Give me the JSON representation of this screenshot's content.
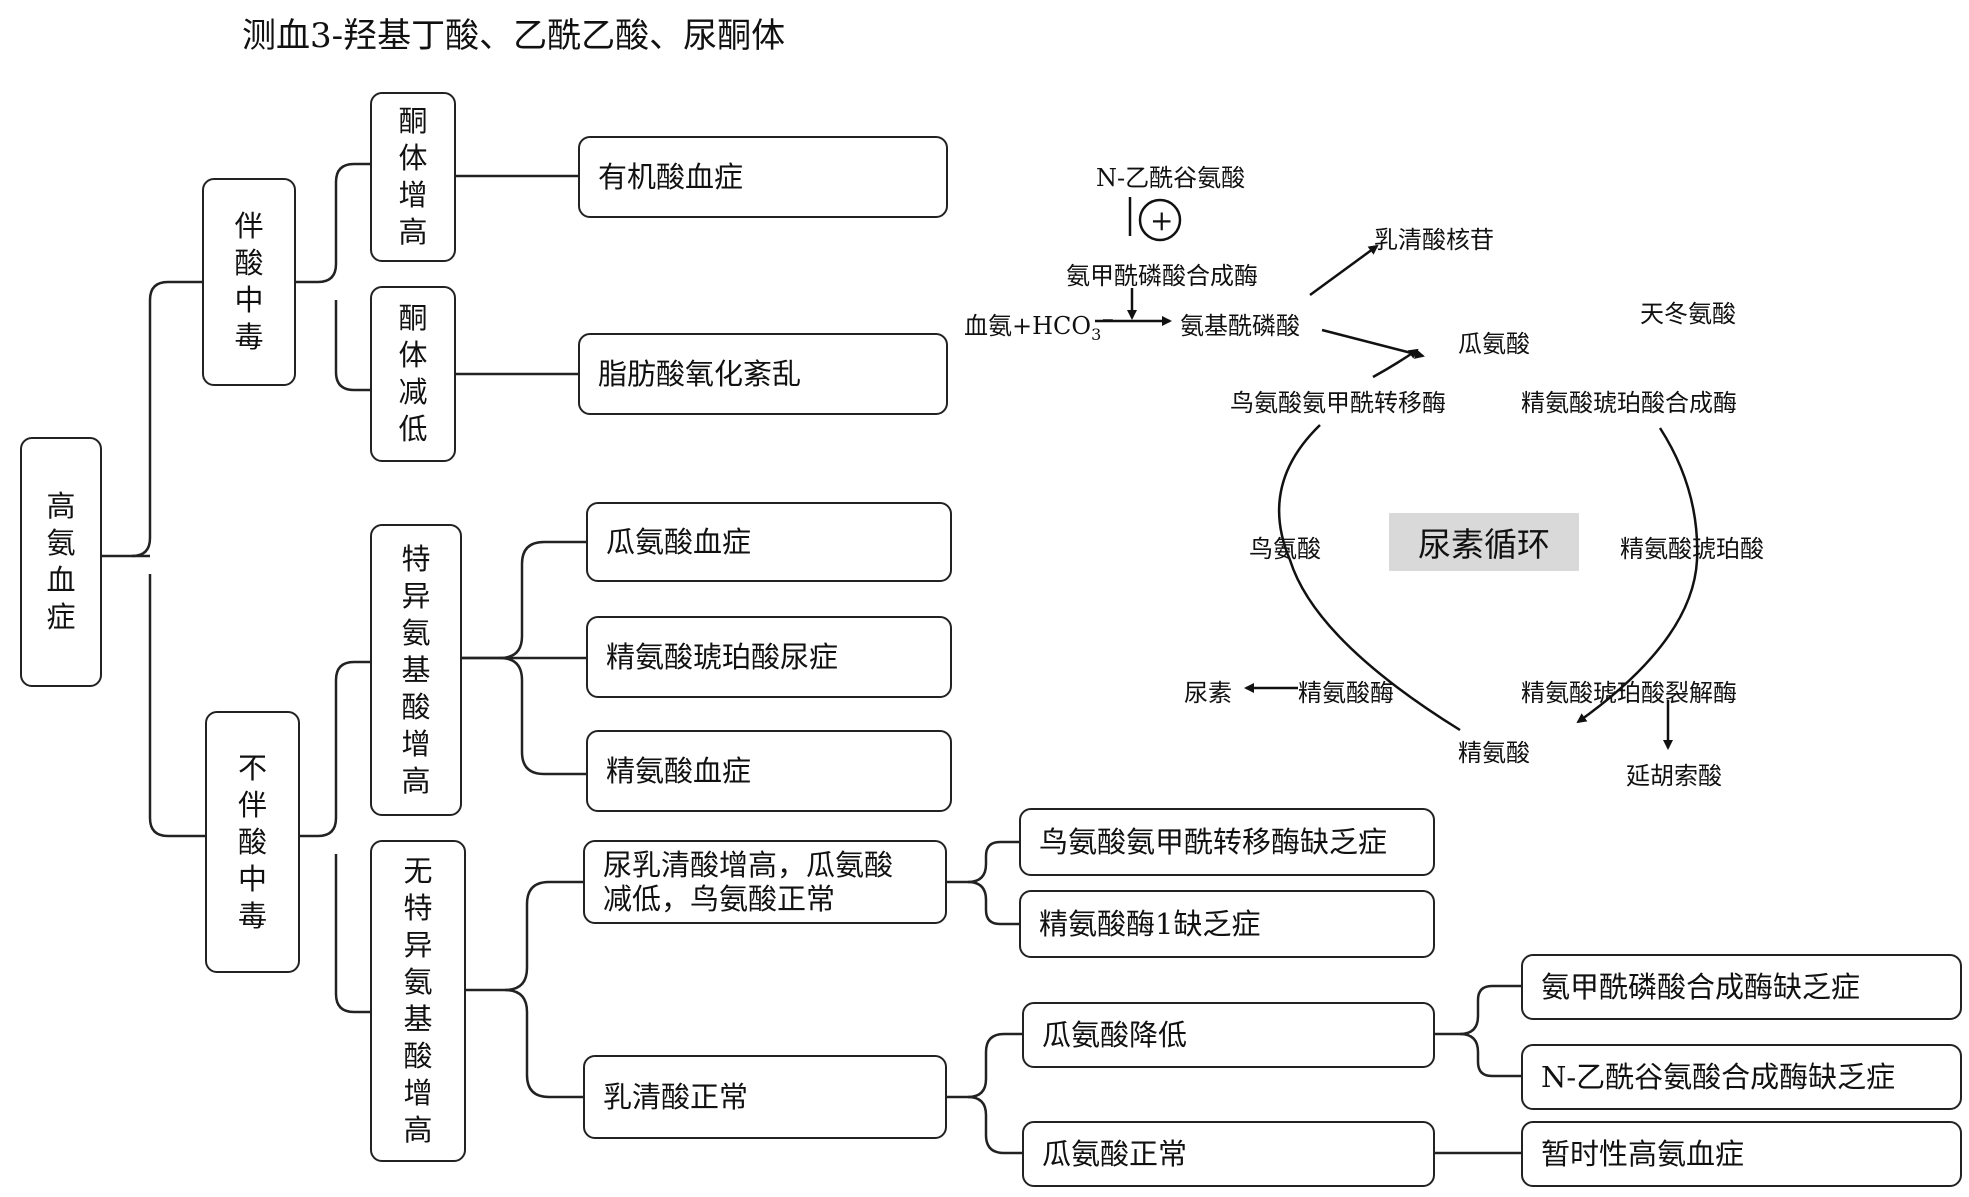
{
  "title": "测血3-羟基丁酸、乙酰乙酸、尿酮体",
  "tree": {
    "root": [
      "高",
      "氨",
      "血",
      "症"
    ],
    "with_acidosis": [
      "伴",
      "酸",
      "中",
      "毒"
    ],
    "without_acidosis": [
      "不",
      "伴",
      "酸",
      "中",
      "毒"
    ],
    "ketone_high": [
      "酮",
      "体",
      "增",
      "高"
    ],
    "ketone_low": [
      "酮",
      "体",
      "减",
      "低"
    ],
    "specific_aa_high": [
      "特",
      "异",
      "氨",
      "基",
      "酸",
      "增",
      "高"
    ],
    "nonspecific_aa_high": [
      "无",
      "特",
      "异",
      "氨",
      "基",
      "酸",
      "增",
      "高"
    ],
    "organic_acidemia": "有机酸血症",
    "fatty_acid_oxidation_disorder": "脂肪酸氧化紊乱",
    "citrullinemia": "瓜氨酸血症",
    "argininosuccinic_aciduria": "精氨酸琥珀酸尿症",
    "argininemia": "精氨酸血症",
    "orotic_high_line1": "尿乳清酸增高，瓜氨酸",
    "orotic_high_line2": "减低，鸟氨酸正常",
    "orotic_normal": "乳清酸正常",
    "otc_deficiency": "鸟氨酸氨甲酰转移酶缺乏症",
    "arginase1_deficiency": "精氨酸酶1缺乏症",
    "citrulline_low": "瓜氨酸降低",
    "citrulline_normal": "瓜氨酸正常",
    "cps_deficiency": "氨甲酰磷酸合成酶缺乏症",
    "nags_deficiency": "N-乙酰谷氨酸合成酶缺乏症",
    "transient_hyperammonemia": "暂时性高氨血症"
  },
  "cycle": {
    "center_label": "尿素循环",
    "n_acetylglutamate": "N-乙酰谷氨酸",
    "plus_sign": "+",
    "cps_enzyme": "氨甲酰磷酸合成酶",
    "orotidine": "乳清酸核苷",
    "ammonia_main": "血氨+HCO",
    "ammonia_sub": "3",
    "ammonia_sup": "−",
    "carbamoyl_phosphate": "氨基酰磷酸",
    "citrulline": "瓜氨酸",
    "aspartate": "天冬氨酸",
    "otc_enzyme": "鸟氨酸氨甲酰转移酶",
    "ass_enzyme": "精氨酸琥珀酸合成酶",
    "ornithine": "鸟氨酸",
    "argininosuccinate": "精氨酸琥珀酸",
    "urea": "尿素",
    "arginase": "精氨酸酶",
    "asl_enzyme": "精氨酸琥珀酸裂解酶",
    "arginine": "精氨酸",
    "fumarate": "延胡索酸"
  }
}
